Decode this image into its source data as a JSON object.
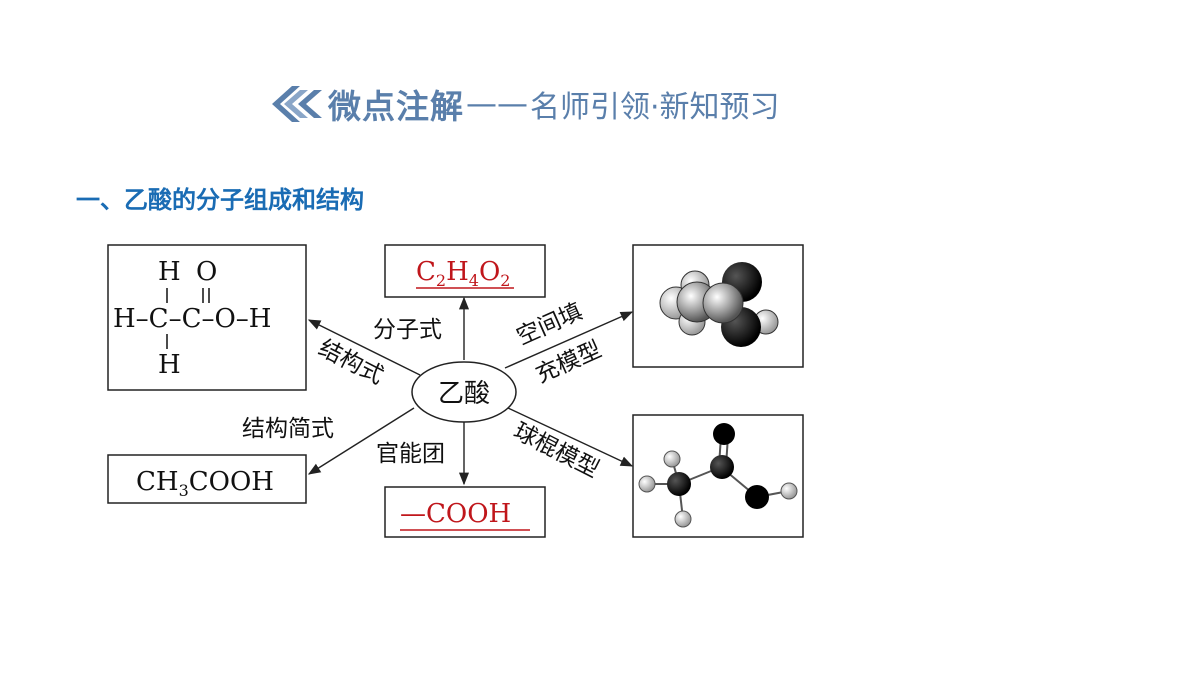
{
  "header": {
    "main": "微点注解",
    "sep": "——",
    "sub": "名师引领·新知预习"
  },
  "section": {
    "title": "一、乙酸的分子组成和结构"
  },
  "center": {
    "label": "乙酸"
  },
  "structural_formula": {
    "h_top": "H",
    "o_top": "O",
    "main_line": "H–C–C–O–H",
    "h_bottom": "H"
  },
  "molecular_formula": {
    "c": "C",
    "c_n": "2",
    "h": "H",
    "h_n": "4",
    "o": "O",
    "o_n": "2"
  },
  "simplified_formula": {
    "prefix": "CH",
    "sub": "3",
    "suffix": "COOH"
  },
  "functional_group": {
    "text": "—COOH"
  },
  "labels": {
    "structural": "结构式",
    "molecular": "分子式",
    "space_fill_1": "空间填",
    "space_fill_2": "充模型",
    "simplified": "结构简式",
    "functional": "官能团",
    "ball_stick": "球棍模型"
  },
  "colors": {
    "header": "#5a7fab",
    "section_title": "#1a6cb4",
    "answer": "#c0161b"
  }
}
